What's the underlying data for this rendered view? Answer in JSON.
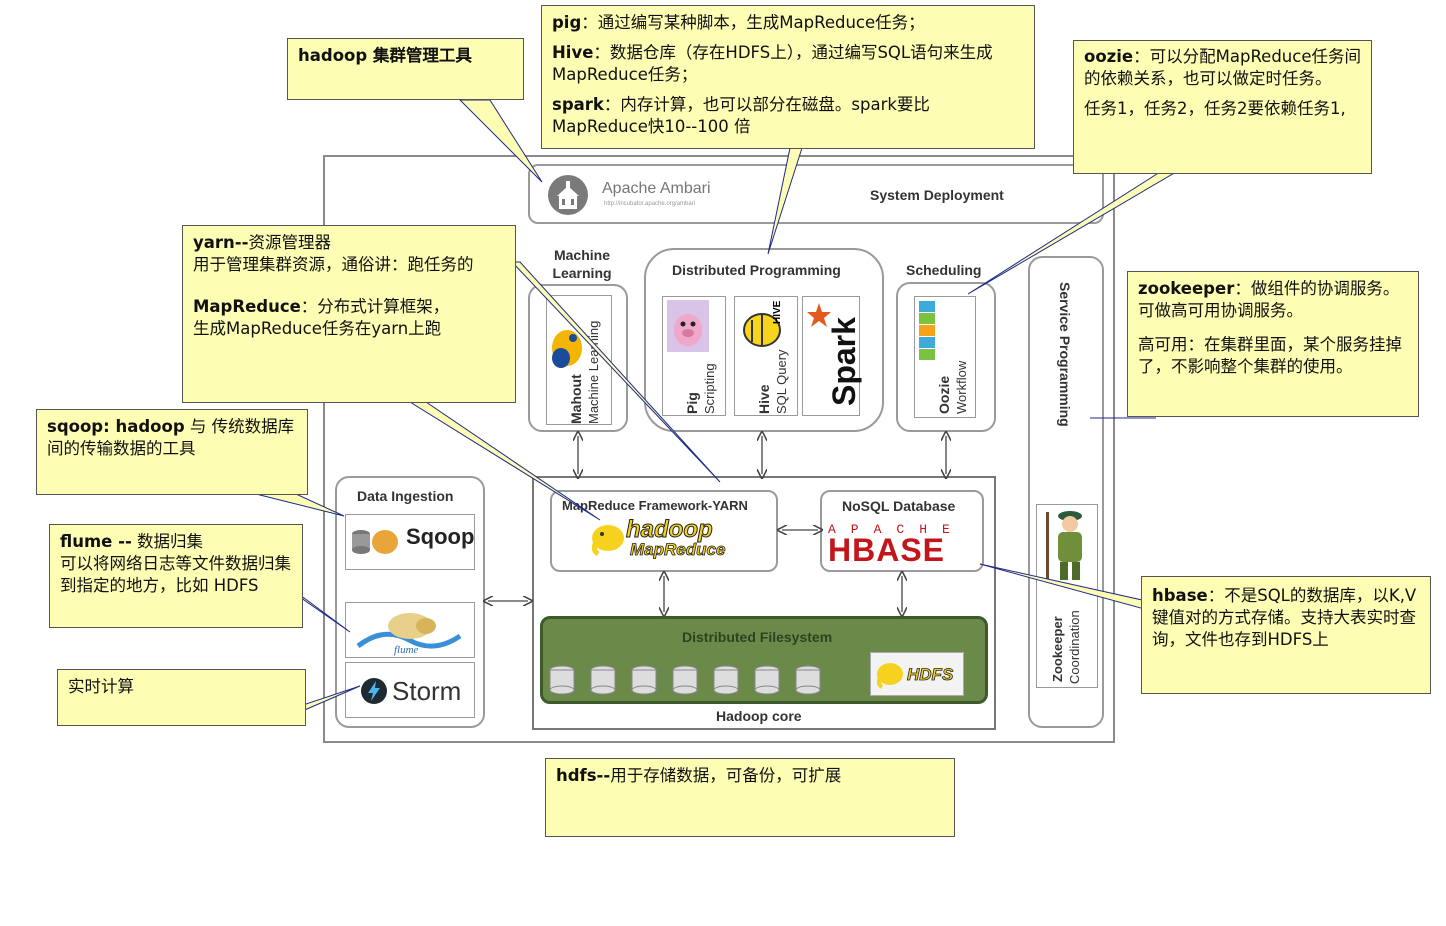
{
  "diagram": {
    "ambari": {
      "name": "Apache Ambari",
      "url": "http://incubator.apache.org/ambari",
      "section": "System Deployment"
    },
    "groups": {
      "machine_learning": "Machine Learning",
      "distributed_programming": "Distributed Programming",
      "scheduling": "Scheduling",
      "service_programming": "Service Programming",
      "data_ingestion": "Data Ingestion",
      "mapreduce_framework": "MapReduce Framework-YARN",
      "nosql_database": "NoSQL Database",
      "distributed_filesystem": "Distributed Filesystem",
      "hadoop_core": "Hadoop core"
    },
    "components": {
      "mahout": {
        "name": "Mahout",
        "desc": "Machine Learning",
        "logo": "mahout"
      },
      "pig": {
        "name": "Pig",
        "desc": "Scripting"
      },
      "hive": {
        "name": "Hive",
        "desc": "SQL Query",
        "logo": "HIVE"
      },
      "spark": {
        "logo": "Spark"
      },
      "oozie": {
        "name": "Oozie",
        "desc": "Workflow",
        "logo": "OOZIE"
      },
      "zookeeper": {
        "name": "Zookeeper",
        "desc": "Coordination"
      },
      "sqoop": {
        "logo": "Sqoop"
      },
      "flume": {
        "logo": "flume"
      },
      "storm": {
        "logo": "Storm"
      },
      "hadoop_mr": {
        "line1": "hadoop",
        "line2": "MapReduce"
      },
      "hbase": {
        "line1": "APACHE",
        "line2": "HBASE"
      },
      "hdfs": {
        "logo": "HDFS"
      }
    }
  },
  "notes": {
    "hadoop_tool": "hadoop 集群管理工具",
    "pig": {
      "name": "pig",
      "text": "：通过编写某种脚本，生成MapReduce任务；"
    },
    "hive": {
      "name": "Hive",
      "text": "：数据仓库（存在HDFS上），通过编写SQL语句来生成MapReduce任务；"
    },
    "spark": {
      "name": "spark",
      "text": "：内存计算，也可以部分在磁盘。spark要比MapReduce快10--100 倍"
    },
    "oozie": {
      "name": "oozie",
      "text": "：可以分配MapReduce任务间的依赖关系，也可以做定时任务。",
      "text2": "任务1，任务2，任务2要依赖任务1,"
    },
    "yarn": {
      "name": "yarn--",
      "text": "资源管理器",
      "text2": "用于管理集群资源，通俗讲：跑任务的"
    },
    "mapreduce": {
      "name": "MapReduce",
      "text": "：分布式计算框架，",
      "text2": "生成MapReduce任务在yarn上跑"
    },
    "zookeeper": {
      "name": "zookeeper",
      "text": "：做组件的协调服务。可做高可用协调服务。",
      "text2": "高可用：在集群里面，某个服务挂掉了，不影响整个集群的使用。"
    },
    "sqoop": {
      "name": "sqoop: hadoop",
      "text": " 与 传统数据库间的传输数据的工具"
    },
    "flume": {
      "name": "flume --",
      "text": " 数据归集",
      "text2": "可以将网络日志等文件数据归集到指定的地方，比如 HDFS"
    },
    "storm": "实时计算",
    "hbase": {
      "name": "hbase",
      "text": "：不是SQL的数据库，以K,V 键值对的方式存储。支持大表实时查询，文件也存到HDFS上"
    },
    "hdfs": {
      "name": "hdfs--",
      "text": "用于存储数据，可备份，可扩展"
    }
  }
}
